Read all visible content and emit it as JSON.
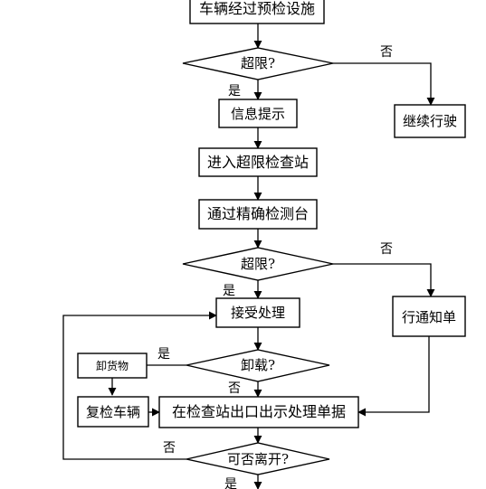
{
  "nodes": {
    "pre_check": "车辆经过预检设施",
    "q_overlimit_1": "超限?",
    "continue": "继续行驶",
    "info_prompt": "信息提示",
    "enter_station": "进入超限检查站",
    "precise_weigh": "通过精确检测台",
    "q_overlimit_2": "超限?",
    "notice": "行通知单",
    "accept_process": "接受处理",
    "q_unload": "卸载?",
    "unload_goods": "卸货物",
    "reweigh": "复检车辆",
    "exit_show": "在检查站出口出示处理单据",
    "q_leave": "可否离开?"
  },
  "edge_labels": {
    "no_1": "否",
    "yes_1": "是",
    "no_2": "否",
    "yes_2": "是",
    "yes_3": "是",
    "no_3": "否",
    "no_4": "否",
    "yes_4": "是"
  },
  "colors": {
    "line": "#000000",
    "fill": "#ffffff"
  }
}
